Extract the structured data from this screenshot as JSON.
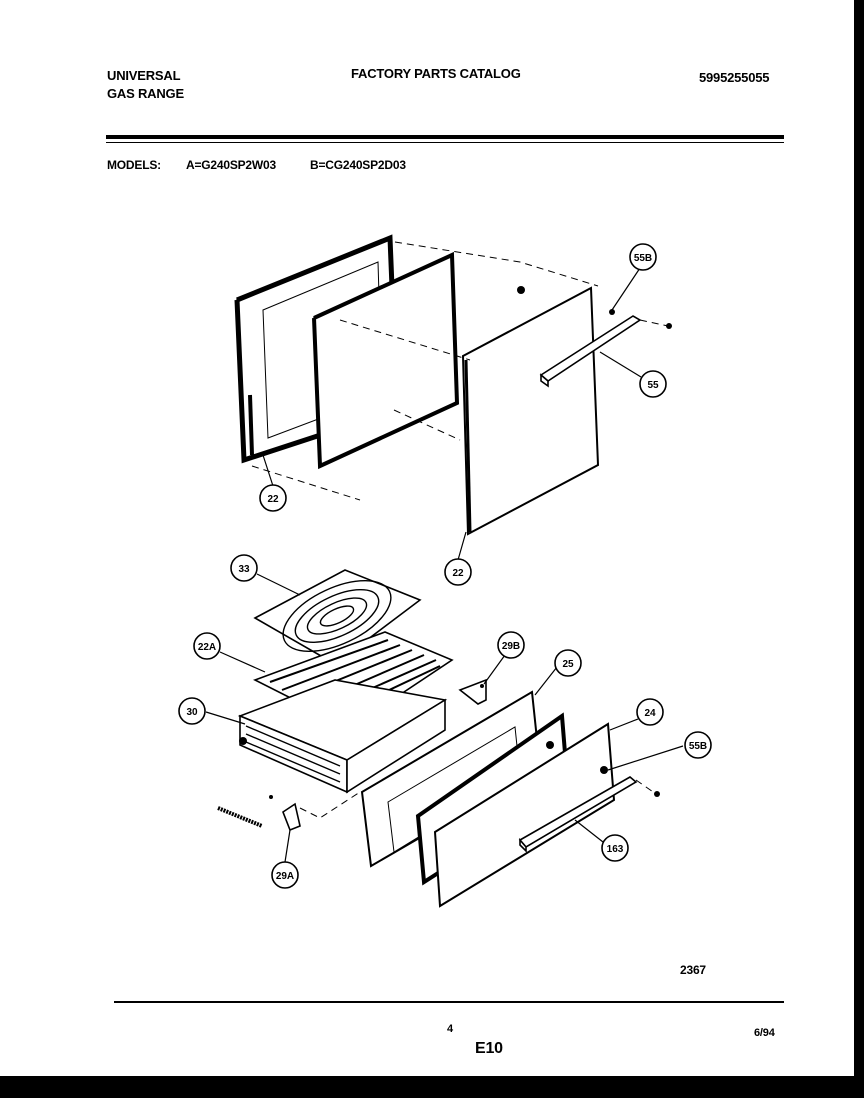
{
  "header": {
    "brand_line1": "UNIVERSAL",
    "brand_line2": "GAS RANGE",
    "title": "FACTORY PARTS CATALOG",
    "catalog_number": "5995255055"
  },
  "models": {
    "label": "MODELS:",
    "model_a": "A=G240SP2W03",
    "model_b": "B=CG240SP2D03"
  },
  "callouts": {
    "c22a": "22",
    "c22b": "22",
    "c55b_top": "55B",
    "c55": "55",
    "c33": "33",
    "c22A": "22A",
    "c30": "30",
    "c29B": "29B",
    "c25": "25",
    "c24": "24",
    "c55b_low": "55B",
    "c163": "163",
    "c29A": "29A"
  },
  "footer": {
    "illustration_number": "2367",
    "page_number": "4",
    "section": "E10",
    "date": "6/94"
  }
}
